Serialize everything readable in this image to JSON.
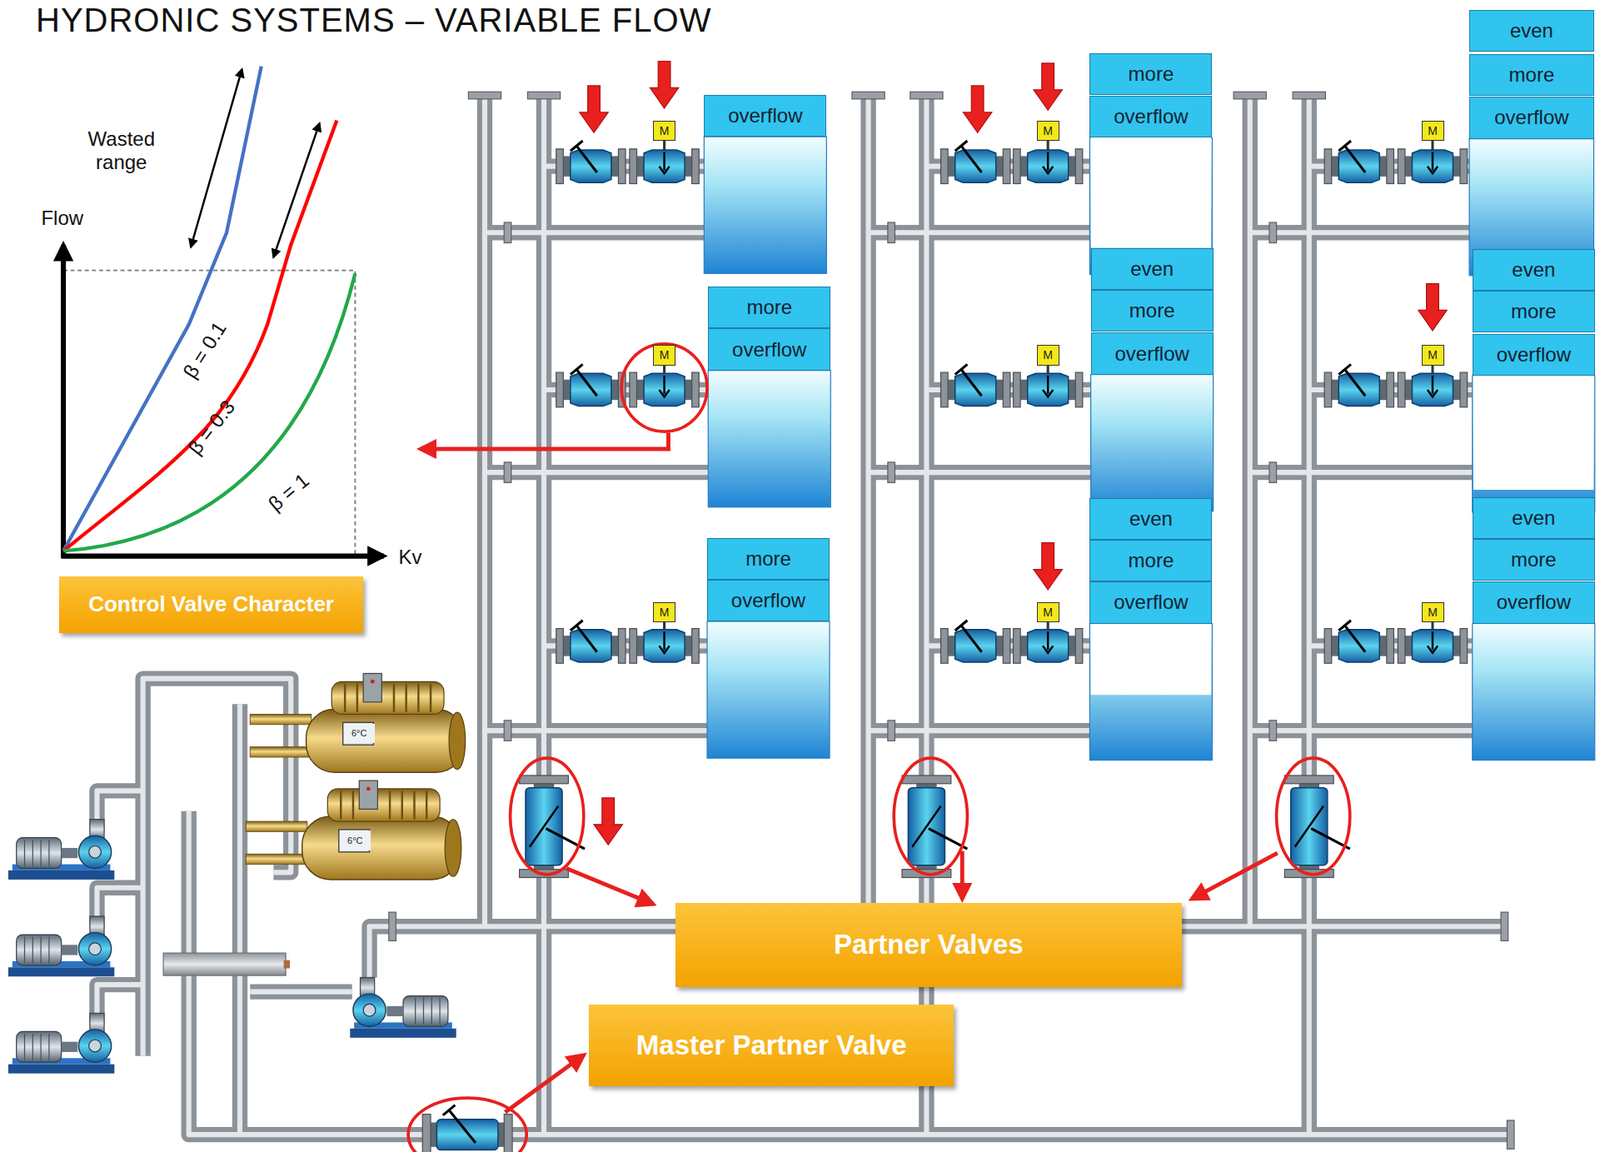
{
  "diagram": {
    "title": "HYDRONIC SYSTEMS – VARIABLE FLOW",
    "nodes": [
      {
        "text": [
          "overflow"
        ]
      },
      {
        "text": [
          "more"
        ]
      },
      {
        "text": [
          "overflow"
        ]
      },
      {
        "text": [
          "more"
        ]
      },
      {
        "text": [
          "overflow"
        ]
      },
      {
        "text": [
          "more"
        ]
      },
      {
        "text": [
          "overflow"
        ]
      },
      {
        "text": [
          "even"
        ]
      },
      {
        "text": [
          "more"
        ]
      },
      {
        "text": [
          "overflow"
        ]
      },
      {
        "text": [
          "even"
        ]
      },
      {
        "text": [
          "more"
        ]
      },
      {
        "text": [
          "overflow"
        ]
      },
      {
        "text": [
          "even"
        ]
      },
      {
        "text": [
          "more"
        ]
      },
      {
        "text": [
          "overflow"
        ]
      },
      {
        "text": [
          "even"
        ]
      },
      {
        "text": [
          "more"
        ]
      },
      {
        "text": [
          "overflow"
        ]
      },
      {
        "text": [
          "even"
        ]
      },
      {
        "text": [
          "more"
        ]
      },
      {
        "text": [
          "overflow"
        ]
      },
      {
        "text": [
          "M"
        ]
      },
      {
        "text": [
          "M"
        ]
      },
      {
        "text": [
          "M"
        ]
      },
      {
        "text": [
          "M"
        ]
      },
      {
        "text": [
          "M"
        ]
      },
      {
        "text": [
          "M"
        ]
      },
      {
        "text": [
          "M"
        ]
      },
      {
        "text": [
          "M"
        ]
      },
      {
        "text": [
          "M"
        ]
      },
      {
        "text": [
          "Control Valve Character"
        ]
      },
      {
        "text": [
          "Partner Valves"
        ]
      },
      {
        "text": [
          "Master Partner Valve"
        ]
      }
    ],
    "labels": [
      "Wasted range",
      "Flow",
      "β = 0.1",
      "β = 0.3",
      "β = 1",
      "Kv",
      "6°C",
      "6°C"
    ]
  }
}
